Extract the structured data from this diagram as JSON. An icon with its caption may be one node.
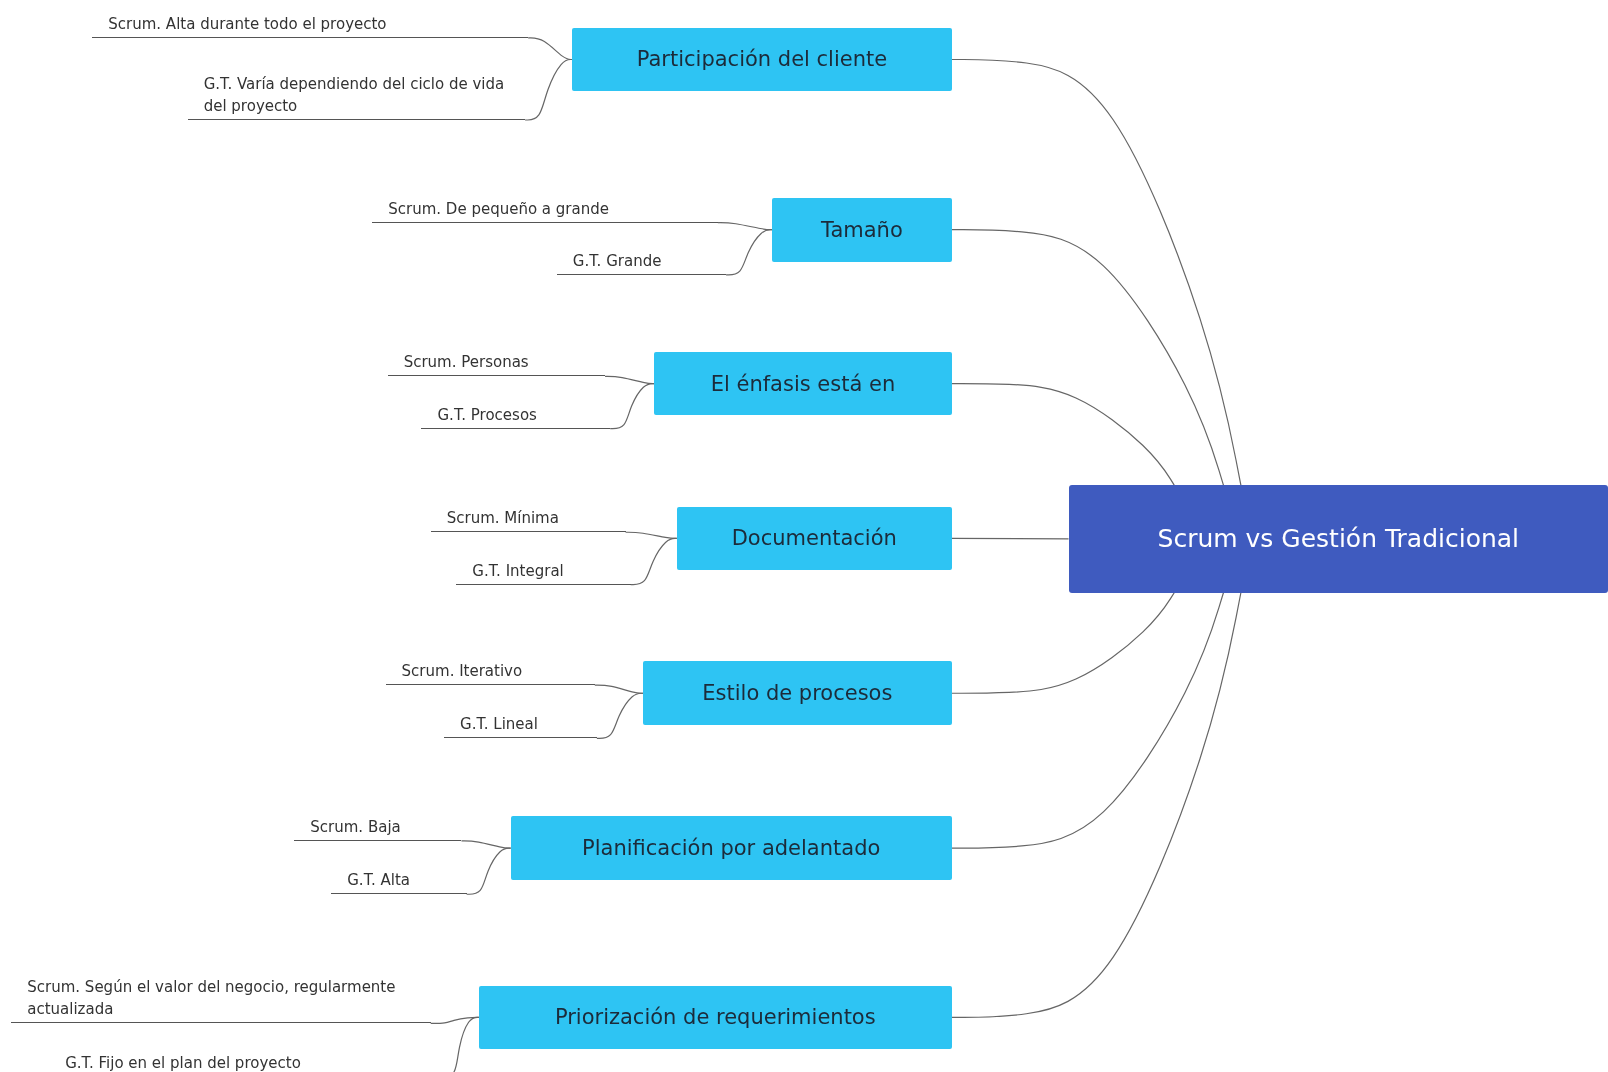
{
  "diagram": {
    "nodes": [
      {
        "text": [
          "Scrum vs Gestión Tradicional"
        ]
      },
      {
        "text": [
          "Participación del cliente"
        ]
      },
      {
        "text": [
          "Tamaño"
        ]
      },
      {
        "text": [
          "El énfasis está en"
        ]
      },
      {
        "text": [
          "Documentación"
        ]
      },
      {
        "text": [
          "Estilo de procesos"
        ]
      },
      {
        "text": [
          "Planificación por adelantado"
        ]
      },
      {
        "text": [
          "Priorización de requerimientos"
        ]
      },
      {
        "text": [
          "Scrum. Alta durante todo el proyecto"
        ]
      },
      {
        "text": [
          "G.T. Varía dependiendo del ciclo de vida del proyecto"
        ]
      },
      {
        "text": [
          "Scrum. De pequeño a grande"
        ]
      },
      {
        "text": [
          "G.T. Grande"
        ]
      },
      {
        "text": [
          "Scrum. Personas"
        ]
      },
      {
        "text": [
          "G.T. Procesos"
        ]
      },
      {
        "text": [
          "Scrum. Mínima"
        ]
      },
      {
        "text": [
          "G.T. Integral"
        ]
      },
      {
        "text": [
          "Scrum. Iterativo"
        ]
      },
      {
        "text": [
          "G.T. Lineal"
        ]
      },
      {
        "text": [
          "Scrum. Baja"
        ]
      },
      {
        "text": [
          "G.T. Alta"
        ]
      },
      {
        "text": [
          "Scrum. Según el valor del negocio, regularmente actualizada"
        ]
      },
      {
        "text": [
          "G.T. Fijo en el plan del proyecto"
        ]
      }
    ],
    "edges": [
      {
        "from": 0,
        "to": 1,
        "arrow": "none"
      },
      {
        "from": 0,
        "to": 2,
        "arrow": "none"
      },
      {
        "from": 0,
        "to": 3,
        "arrow": "none"
      },
      {
        "from": 0,
        "to": 4,
        "arrow": "none"
      },
      {
        "from": 0,
        "to": 5,
        "arrow": "none"
      },
      {
        "from": 0,
        "to": 6,
        "arrow": "none"
      },
      {
        "from": 0,
        "to": 7,
        "arrow": "none"
      },
      {
        "from": 1,
        "to": 8,
        "arrow": "none"
      },
      {
        "from": 1,
        "to": 9,
        "arrow": "none"
      },
      {
        "from": 2,
        "to": 10,
        "arrow": "none"
      },
      {
        "from": 2,
        "to": 11,
        "arrow": "none"
      },
      {
        "from": 3,
        "to": 12,
        "arrow": "none"
      },
      {
        "from": 3,
        "to": 13,
        "arrow": "none"
      },
      {
        "from": 4,
        "to": 14,
        "arrow": "none"
      },
      {
        "from": 4,
        "to": 15,
        "arrow": "none"
      },
      {
        "from": 5,
        "to": 16,
        "arrow": "none"
      },
      {
        "from": 5,
        "to": 17,
        "arrow": "none"
      },
      {
        "from": 6,
        "to": 18,
        "arrow": "none"
      },
      {
        "from": 6,
        "to": 19,
        "arrow": "none"
      },
      {
        "from": 7,
        "to": 20,
        "arrow": "none"
      },
      {
        "from": 7,
        "to": 21,
        "arrow": "none"
      }
    ]
  }
}
